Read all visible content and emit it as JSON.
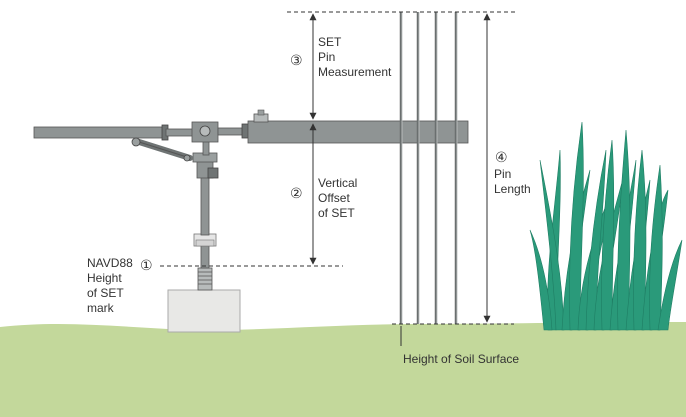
{
  "labels": {
    "set_pin_measurement": [
      "SET",
      "Pin",
      "Measurement"
    ],
    "vertical_offset": [
      "Vertical",
      "Offset",
      "of SET"
    ],
    "pin_length": [
      "Pin",
      "Length"
    ],
    "navd88": [
      "NAVD88",
      "Height",
      "of SET",
      "mark"
    ],
    "soil_surface": "Height of Soil Surface"
  },
  "markers": {
    "one": "①",
    "two": "②",
    "three": "③",
    "four": "④"
  },
  "colors": {
    "ground": "#c3d89b",
    "grass": "#2a9a7a",
    "grass_dark": "#1f7e64",
    "metal": "#8f9494",
    "metal_dark": "#555a5a",
    "concrete": "#e8e8e6",
    "line": "#333333"
  }
}
